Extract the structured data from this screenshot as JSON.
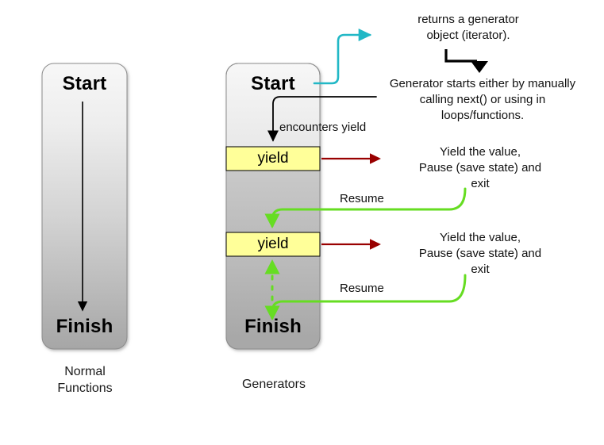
{
  "diagram": {
    "title": "Normal Functions vs Generators flow diagram",
    "colors": {
      "yield_fill": "#ffff99",
      "arrow_red": "#990000",
      "arrow_green": "#66dd22",
      "arrow_cyan": "#22b8c6",
      "arrow_black": "#000000",
      "box_gradient_top": "#f2f2f2",
      "box_gradient_bottom": "#a8a8a8"
    }
  },
  "normal": {
    "start_label": "Start",
    "finish_label": "Finish",
    "caption_line1": "Normal",
    "caption_line2": "Functions"
  },
  "generator": {
    "start_label": "Start",
    "finish_label": "Finish",
    "caption": "Generators",
    "yield_label_1": "yield",
    "yield_label_2": "yield",
    "encounters_label": "encounters yield",
    "resume_label_1": "Resume",
    "resume_label_2": "Resume"
  },
  "notes": {
    "returns_generator": {
      "line1": "returns a generator",
      "line2": "object (iterator)."
    },
    "generator_starts": {
      "line1": "Generator starts either by manually",
      "line2": "calling next() or using in",
      "line3": "loops/functions."
    },
    "yield_pause_1": {
      "line1": "Yield  the value,",
      "line2": "Pause (save state) and",
      "line3": "exit"
    },
    "yield_pause_2": {
      "line1": "Yield  the value,",
      "line2": "Pause (save state) and",
      "line3": "exit"
    }
  }
}
